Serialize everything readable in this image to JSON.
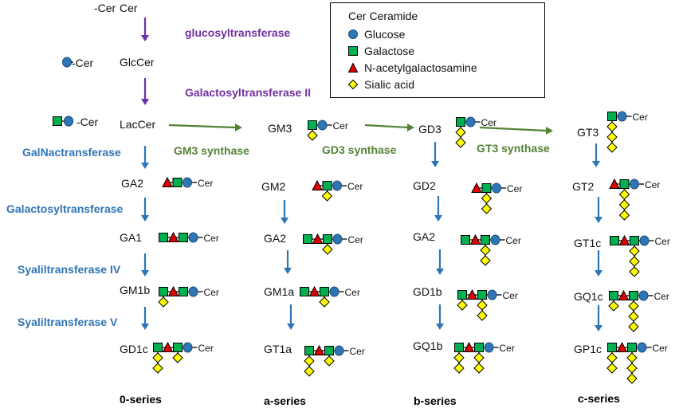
{
  "colors": {
    "glucose": "#2e75b6",
    "galactose": "#00b050",
    "galnac": "#e00000",
    "sialic": "#ffff00",
    "arrow_purple": "#7030a0",
    "arrow_blue": "#2e75b6",
    "arrow_green": "#548235"
  },
  "top": {
    "cer_symbol_label": "-Cer",
    "cer": "Cer",
    "glccer": "GlcCer",
    "laccer": "LacCer"
  },
  "enzymes": {
    "glucosyltransferase": "glucosyltransferase",
    "galactosyltransferase_ii": "Galactosyltransferase II",
    "galnactransferase": "GalNactransferase",
    "galactosyltransferase": "Galactosyltransferase",
    "syaliltransferase_iv": "Syaliltransferase IV",
    "syaliltransferase_v": "Syaliltransferase V",
    "gm3_synthase": "GM3 synthase",
    "gd3_synthase": "GD3 synthase",
    "gt3_synthase": "GT3 synthase"
  },
  "legend": {
    "title": "Cer Ceramide",
    "items": [
      "Glucose",
      "Galactose",
      "N-acetylgalactosamine",
      "Sialic acid"
    ]
  },
  "cer_suffix": "Cer",
  "series": {
    "zero": {
      "label": "0-series",
      "names": [
        "GA2",
        "GA1",
        "GM1b",
        "GD1c"
      ]
    },
    "a": {
      "label": "a-series",
      "names": [
        "GM3",
        "GM2",
        "GA2",
        "GM1a",
        "GT1a"
      ]
    },
    "b": {
      "label": "b-series",
      "names": [
        "GD3",
        "GD2",
        "GA2",
        "GD1b",
        "GQ1b"
      ]
    },
    "c": {
      "label": "c-series",
      "names": [
        "GT3",
        "GT2",
        "GT1c",
        "GQ1c",
        "GP1c"
      ]
    }
  }
}
